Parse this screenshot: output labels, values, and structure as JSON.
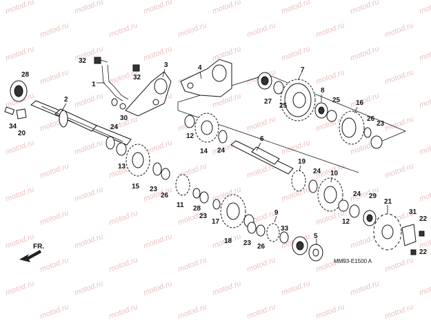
{
  "watermark": "motod.ru",
  "direction_label": "FR.",
  "diagram_code": "MM93-E1500 A",
  "part_numbers": [
    "1",
    "2",
    "3",
    "4",
    "5",
    "6",
    "7",
    "8",
    "9",
    "10",
    "11",
    "12",
    "13",
    "14",
    "15",
    "16",
    "17",
    "18",
    "19",
    "20",
    "21",
    "22",
    "23",
    "24",
    "25",
    "26",
    "27",
    "28",
    "29",
    "30",
    "31",
    "32",
    "33",
    "34"
  ],
  "labels": [
    {
      "text": "1"
    },
    {
      "text": "2"
    },
    {
      "text": "3"
    },
    {
      "text": "4"
    },
    {
      "text": "5"
    },
    {
      "text": "6"
    },
    {
      "text": "7"
    },
    {
      "text": "8"
    },
    {
      "text": "9"
    },
    {
      "text": "10"
    },
    {
      "text": "11"
    },
    {
      "text": "12"
    },
    {
      "text": "12"
    },
    {
      "text": "13"
    },
    {
      "text": "14"
    },
    {
      "text": "15"
    },
    {
      "text": "16"
    },
    {
      "text": "17"
    },
    {
      "text": "18"
    },
    {
      "text": "19"
    },
    {
      "text": "20"
    },
    {
      "text": "21"
    },
    {
      "text": "22"
    },
    {
      "text": "22"
    },
    {
      "text": "23"
    },
    {
      "text": "23"
    },
    {
      "text": "23"
    },
    {
      "text": "23"
    },
    {
      "text": "24"
    },
    {
      "text": "24"
    },
    {
      "text": "24"
    },
    {
      "text": "24"
    },
    {
      "text": "25"
    },
    {
      "text": "25"
    },
    {
      "text": "26"
    },
    {
      "text": "26"
    },
    {
      "text": "26"
    },
    {
      "text": "27"
    },
    {
      "text": "28"
    },
    {
      "text": "28"
    },
    {
      "text": "29"
    },
    {
      "text": "30"
    },
    {
      "text": "31"
    },
    {
      "text": "32"
    },
    {
      "text": "32"
    },
    {
      "text": "33"
    },
    {
      "text": "34"
    }
  ]
}
